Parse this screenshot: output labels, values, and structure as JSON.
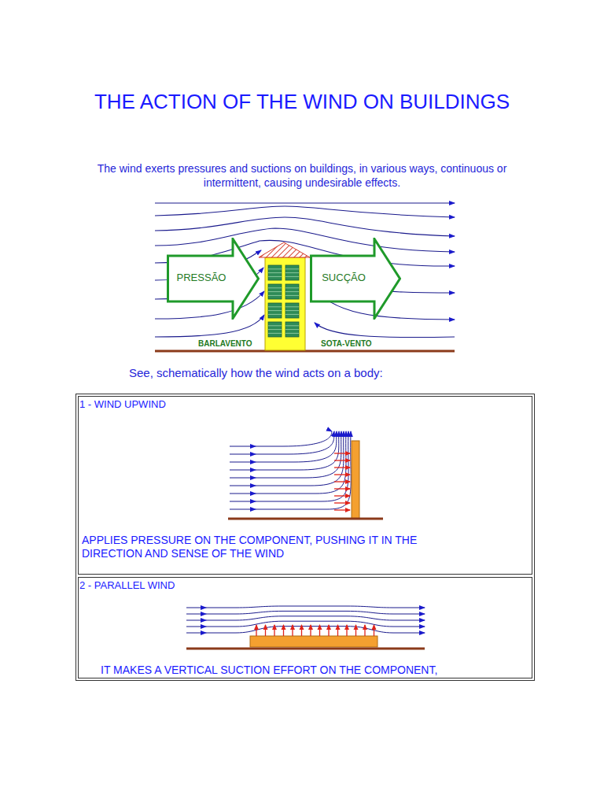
{
  "diagram": {
    "title": "THE ACTION OF THE WIND ON BUILDINGS",
    "nodes": [
      {
        "text": [
          "PRESSÃO"
        ]
      },
      {
        "text": [
          "SUCÇÃO"
        ]
      },
      {
        "text": [
          "1 - WIND UPWIND",
          "APPLIES PRESSURE ON THE COMPONENT, PUSHING IT IN THE DIRECTION AND SENSE OF THE WIND"
        ]
      },
      {
        "text": [
          "2 - PARALLEL WIND",
          "IT MAKES A VERTICAL SUCTION EFFORT ON THE COMPONENT,"
        ]
      }
    ],
    "labels": [
      "The wind exerts pressures and suctions on buildings, in various ways, continuous or intermittent, causing undesirable effects.",
      "BARLAVENTO",
      "SOTA-VENTO",
      "See, schematically how the wind acts on a body:"
    ]
  }
}
